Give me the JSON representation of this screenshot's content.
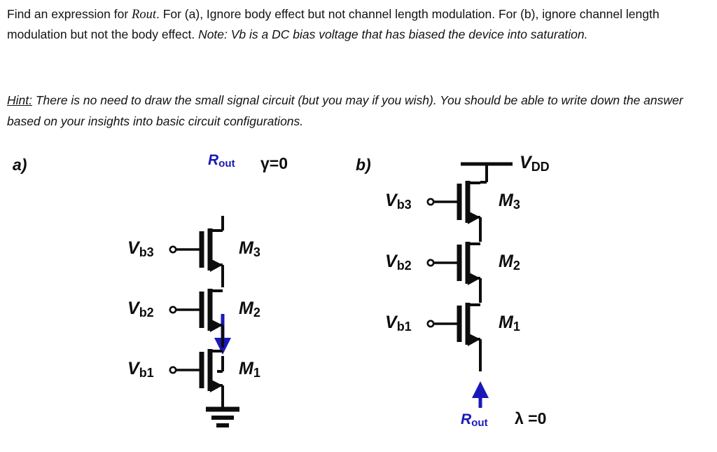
{
  "problem": {
    "line1_a": "Find an expression for ",
    "line1_var": "Rout",
    "line1_b": ".  For (a), Ignore body effect but not channel length modulation.  For (b), ignore channel length modulation but not the body effect.  ",
    "note": "Note: Vb is a DC bias voltage that has biased the device into saturation.",
    "hint_lead": "Hint:",
    "hint_body": " There is no need to draw the small signal circuit (but you may if you wish). You should be able to write down the answer based on your insights into basic circuit configurations."
  },
  "figure_a": {
    "part_label": "a)",
    "rout_label": "R",
    "rout_sub": "out",
    "param_label": "γ=0",
    "devices": [
      {
        "gate": "V",
        "gate_sub": "b3",
        "name": "M",
        "name_sub": "3"
      },
      {
        "gate": "V",
        "gate_sub": "b2",
        "name": "M",
        "name_sub": "2"
      },
      {
        "gate": "V",
        "gate_sub": "b1",
        "name": "M",
        "name_sub": "1"
      }
    ],
    "terminal_bottom": "ground",
    "arrow_direction": "down",
    "arrow_color": "#1a19b8"
  },
  "figure_b": {
    "part_label": "b)",
    "rout_label": "R",
    "rout_sub": "out",
    "param_label": "λ =0",
    "supply_label": "V",
    "supply_sub": "DD",
    "devices": [
      {
        "gate": "V",
        "gate_sub": "b3",
        "name": "M",
        "name_sub": "3"
      },
      {
        "gate": "V",
        "gate_sub": "b2",
        "name": "M",
        "name_sub": "2"
      },
      {
        "gate": "V",
        "gate_sub": "b1",
        "name": "M",
        "name_sub": "1"
      }
    ],
    "terminal_top": "vdd-rail",
    "arrow_direction": "up",
    "arrow_color": "#1a19b8"
  },
  "colors": {
    "wire": "#0d0d0d",
    "accent_blue": "#1a19b8",
    "text": "#121212"
  }
}
